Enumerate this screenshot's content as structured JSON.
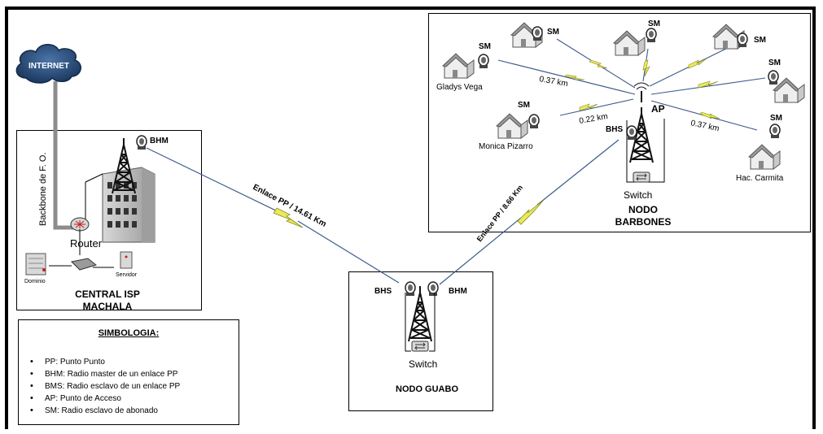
{
  "labels": {
    "internet": "INTERNET",
    "backbone": "Backbone de F. O.",
    "bhm_central": "BHM",
    "router": "Router",
    "dominio": "Dominio",
    "servidor": "Servidor",
    "central_line1": "CENTRAL ISP",
    "central_line2": "MACHALA",
    "link_central_guabo": "Enlace PP / 14.61 Km",
    "link_guabo_barbones": "Enlace PP / 8.66 Km",
    "guabo_bhs": "BHS",
    "guabo_bhm": "BHM",
    "guabo_switch": "Switch",
    "guabo_name": "NODO GUABO",
    "barbones_ap": "AP",
    "barbones_bhs": "BHS",
    "barbones_switch": "Switch",
    "barbones_line1": "NODO",
    "barbones_line2": "BARBONES",
    "sm_gladys": "SM",
    "sm_top2": "SM",
    "sm_top3": "SM",
    "sm_top4": "SM",
    "sm_right1": "SM",
    "sm_monica": "SM",
    "sm_carmita": "SM",
    "gladys": "Gladys Vega",
    "monica": "Monica Pizarro",
    "carmita": "Hac. Carmita",
    "dist_gladys": "0.37 km",
    "dist_monica": "0.22 km",
    "dist_carmita": "0.37 km"
  },
  "legend": {
    "title": "SIMBOLOGIA:",
    "items": [
      "PP: Punto Punto",
      "BHM: Radio master de un enlace PP",
      "BMS: Radio esclavo de un enlace PP",
      "AP: Punto de Acceso",
      "SM: Radio esclavo de abonado"
    ]
  },
  "colors": {
    "link_line": "#3b5a8c",
    "bolt": "#e8ea5a",
    "bolt_stroke": "#8a8a20",
    "fiber": "#8c8c8c",
    "cloud": "#2c4f7c"
  }
}
